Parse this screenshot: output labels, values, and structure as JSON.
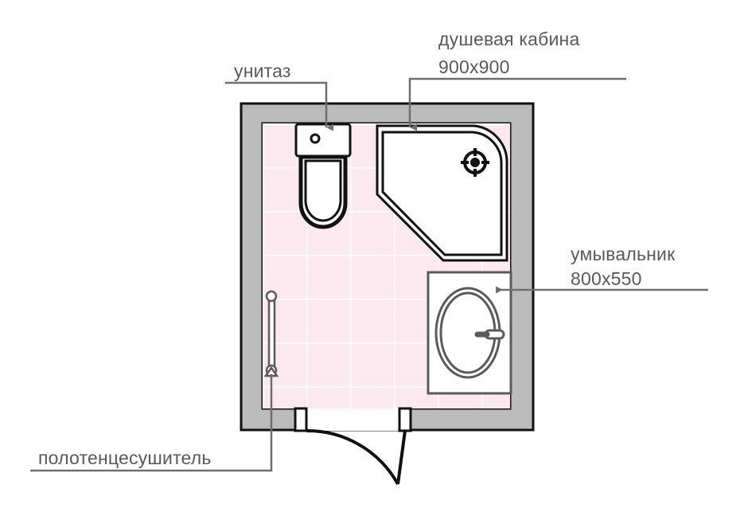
{
  "document": {
    "type": "bathroom-floor-plan",
    "language": "ru",
    "background_color": "#ffffff"
  },
  "colors": {
    "floor_tile": "#fce9f0",
    "tile_grout": "#ffffff",
    "wall_fill": "#bbbbbb",
    "wall_outline": "#111111",
    "fixture_outline": "#111111",
    "fixture_fill": "#ffffff",
    "annotation": "#595959",
    "sink_outline": "#5a5a5a"
  },
  "annotations": [
    {
      "id": "toilet",
      "label": "унитаз",
      "dimensions": "",
      "icon": "leader-line-down-arrow"
    },
    {
      "id": "shower",
      "label": "душевая кабина",
      "dimensions": "900x900",
      "icon": "leader-line-down-arrow"
    },
    {
      "id": "washbasin",
      "label": "умывальник",
      "dimensions": "800x550",
      "icon": "leader-line-left-arrow"
    },
    {
      "id": "towel-warmer",
      "label": "полотенцесушитель",
      "dimensions": "",
      "icon": "leader-line-underline"
    }
  ],
  "fixtures": {
    "toilet": {
      "name": "унитаз"
    },
    "shower_tray": {
      "name": "душевая кабина",
      "size": "900x900",
      "drain": "drain-icon"
    },
    "washbasin": {
      "name": "умывальник",
      "size": "800x550"
    },
    "towel_warmer": {
      "name": "полотенцесушитель"
    },
    "door": {
      "name": "door-swing"
    }
  },
  "room": {
    "floor_label": "tiled-floor",
    "wall_label": "wall"
  }
}
